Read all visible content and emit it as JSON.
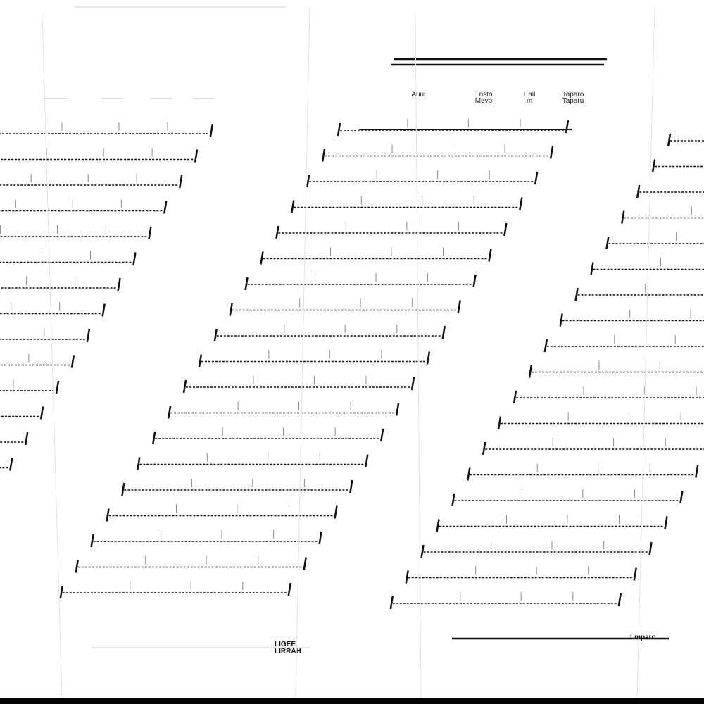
{
  "sheets": [
    {
      "name": "left",
      "headers": [
        "",
        "",
        "",
        ""
      ],
      "row_count": 19,
      "stamp": "LIGEE LIRRAH"
    },
    {
      "name": "center",
      "headers": [
        "Auuu",
        "Tnsto Mevo",
        "Eail m",
        "Taparo Taparu"
      ],
      "row_count": 19,
      "stamp": ""
    },
    {
      "name": "right",
      "headers": [
        "",
        "",
        "",
        ""
      ],
      "row_count": 19,
      "stamp": "Lmparo"
    }
  ],
  "colors": {
    "line": "#111111",
    "rule_light": "#d0d0d0",
    "band": "#050505",
    "background": "#ffffff"
  }
}
